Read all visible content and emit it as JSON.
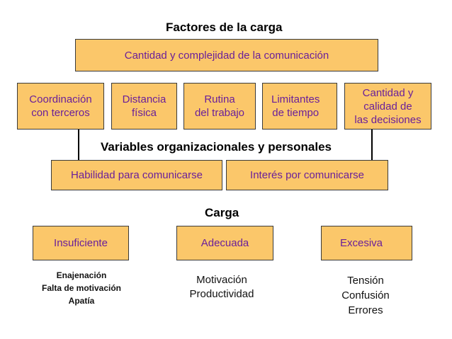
{
  "title": "Factores de la carga",
  "top_box": "Cantidad y complejidad de la comunicación",
  "factors": [
    "Coordinación\ncon  terceros",
    "Distancia\nfísica",
    "Rutina\ndel trabajo",
    "Limitantes\nde tiempo",
    "Cantidad y\ncalidad de\nlas decisiones"
  ],
  "variables_heading": "Variables organizacionales y personales",
  "variables": [
    "Habilidad para comunicarse",
    "Interés por comunicarse"
  ],
  "carga_heading": "Carga",
  "levels": [
    "Insuficiente",
    "Adecuada",
    "Excesiva"
  ],
  "outcomes": [
    "Enajenación\nFalta de motivación\nApatía",
    "Motivación\nProductividad",
    "Tensión\nConfusión\nErrores"
  ],
  "colors": {
    "box_fill": "#fbc76a",
    "box_text": "#6a1f9a"
  }
}
